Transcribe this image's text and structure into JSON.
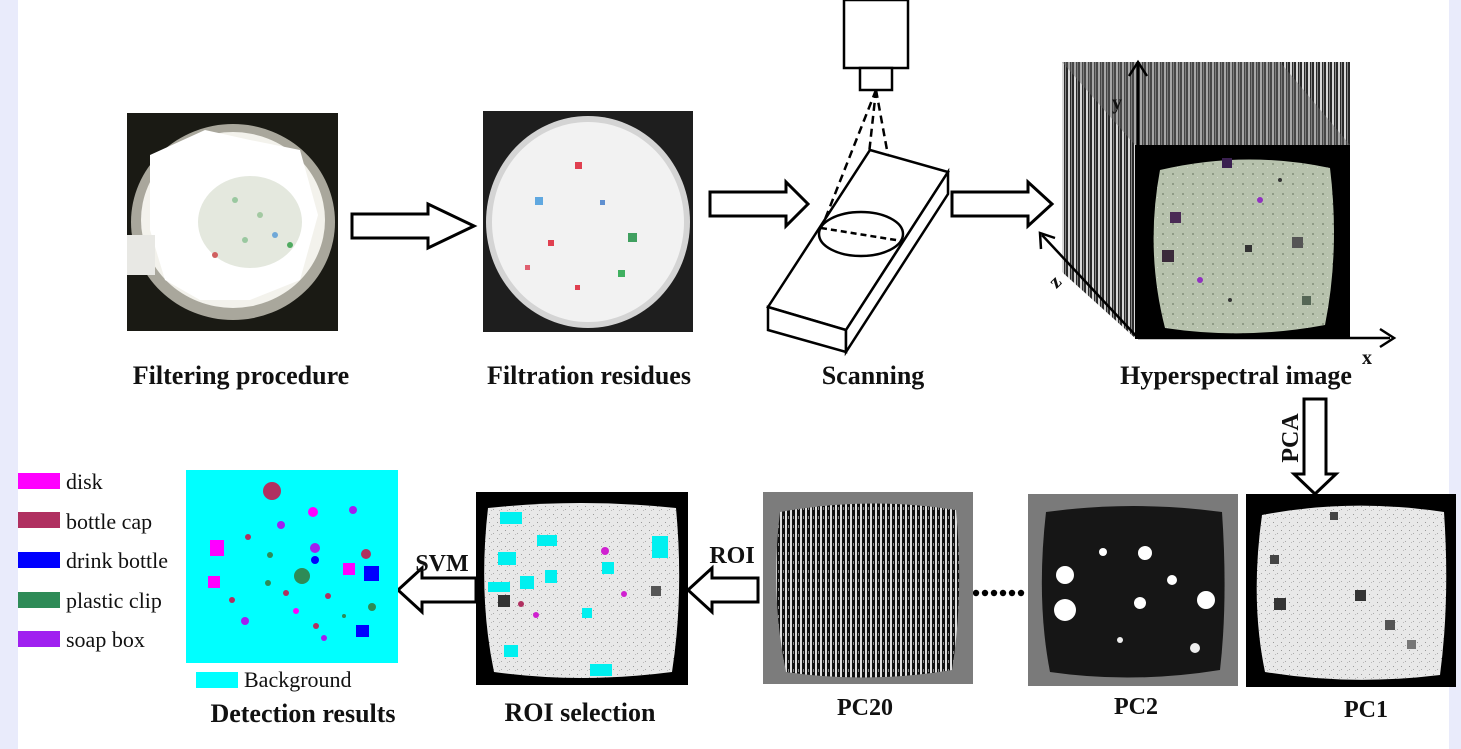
{
  "stages": {
    "filtering": "Filtering procedure",
    "residues": "Filtration residues",
    "scanning": "Scanning",
    "hyperspectral": "Hyperspectral image",
    "pc1": "PC1",
    "pc2": "PC2",
    "pc20": "PC20",
    "roi_selection": "ROI selection",
    "detection": "Detection results"
  },
  "arrows": {
    "pca": "PCA",
    "roi": "ROI",
    "svm": "SVM"
  },
  "axes": {
    "x": "x",
    "y": "y",
    "z": "z"
  },
  "legend": [
    {
      "label": "disk",
      "color": "#ff00ff"
    },
    {
      "label": "bottle cap",
      "color": "#b03060"
    },
    {
      "label": "drink bottle",
      "color": "#0000ff"
    },
    {
      "label": "plastic clip",
      "color": "#2e8b57"
    },
    {
      "label": "soap box",
      "color": "#a020f0"
    }
  ],
  "background_legend": {
    "label": "Background",
    "color": "#00ffff"
  }
}
